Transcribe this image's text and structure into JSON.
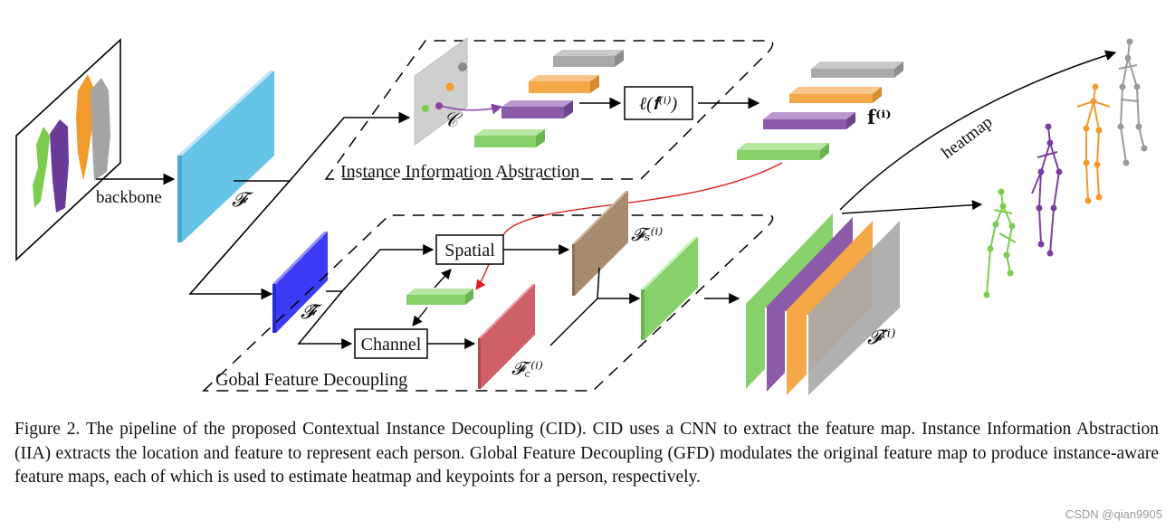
{
  "diagram": {
    "labels": {
      "backbone": "backbone",
      "feature_map": "𝓕",
      "feature_hat": "𝓕̂",
      "c_symbol": "𝒞",
      "l_function": "ℓ(𝐟⁽ⁱ⁾)",
      "f_i": "𝐟⁽ⁱ⁾",
      "iia_region": "Instance Information Abstraction",
      "gfd_region": "Gobal Feature Decoupling",
      "spatial": "Spatial",
      "channel": "Channel",
      "f_s": "𝓕ₛ⁽ⁱ⁾",
      "f_c": "𝓕꜀⁽ⁱ⁾",
      "f_instance": "𝓕⁽ⁱ⁾",
      "heatmap": "heatmap"
    },
    "colors": {
      "feature": "#66c3e8",
      "feature_hat": "#3b3bf5",
      "green": "#86d16a",
      "purple": "#8b5aa8",
      "orange": "#f5a848",
      "gray": "#a9a9a9",
      "brown": "#a88b6e",
      "red": "#cf5f68",
      "arrow_red": "#e02020"
    }
  },
  "caption": {
    "text": "Figure 2.  The pipeline of the proposed Contextual Instance Decoupling (CID). CID uses a CNN to extract the feature map.  Instance Information Abstraction (IIA) extracts the location and feature to represent each person.  Global Feature Decoupling (GFD) modulates the original feature map to produce instance-aware feature maps, each of which is used to estimate heatmap and keypoints for a person, respectively."
  },
  "watermark": "CSDN @qian9905"
}
